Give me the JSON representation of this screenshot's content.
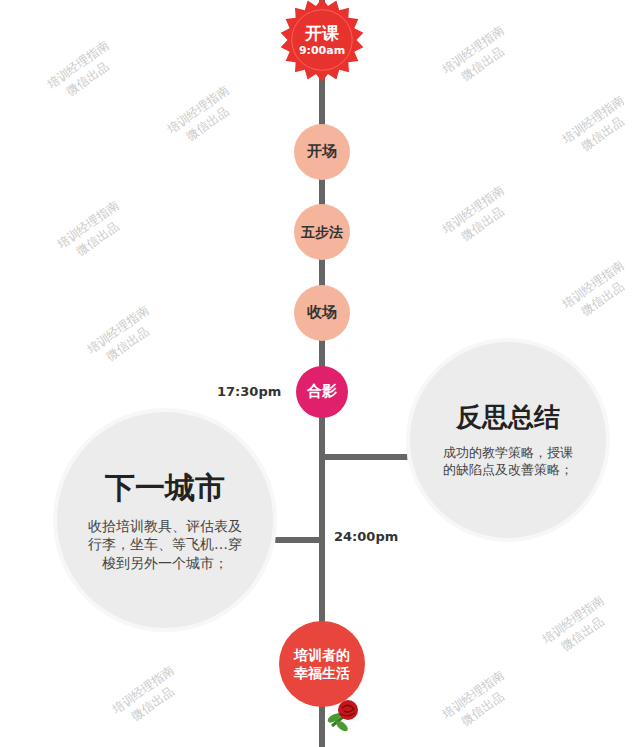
{
  "diagram": {
    "nodes": [
      {
        "text": [
          "开课",
          "9:00am"
        ]
      },
      {
        "text": [
          "开场"
        ]
      },
      {
        "text": [
          "五步法"
        ]
      },
      {
        "text": [
          "收场"
        ]
      },
      {
        "text": [
          "合影"
        ]
      },
      {
        "text": [
          "反思总结",
          "成功的教学策略，授课的缺陷点及改善策略；"
        ]
      },
      {
        "text": [
          "下一城市",
          "收拾培训教具、评估表及行李，坐车、等飞机…穿梭到另外一个城市；"
        ]
      },
      {
        "text": [
          "培训者的幸福生活"
        ]
      }
    ],
    "edges": [
      {
        "from": 0,
        "to": 1,
        "arrow": "none"
      },
      {
        "from": 1,
        "to": 2,
        "arrow": "none"
      },
      {
        "from": 2,
        "to": 3,
        "arrow": "none"
      },
      {
        "from": 3,
        "to": 4,
        "arrow": "none"
      },
      {
        "from": 4,
        "to": 5,
        "arrow": "none"
      },
      {
        "from": 4,
        "to": 6,
        "arrow": "none"
      },
      {
        "from": 4,
        "to": 7,
        "arrow": "none"
      }
    ],
    "labels": [
      "17:30pm",
      "24:00pm",
      "培训经理指南 微信出品",
      "培训经理指南 微信出品",
      "培训经理指南 微信出品",
      "培训经理指南 微信出品",
      "培训经理指南 微信出品",
      "培训经理指南 微信出品",
      "培训经理指南 微信出品",
      "培训经理指南 微信出品",
      "培训经理指南 微信出品",
      "培训经理指南 微信出品",
      "培训经理指南 微信出品"
    ]
  }
}
